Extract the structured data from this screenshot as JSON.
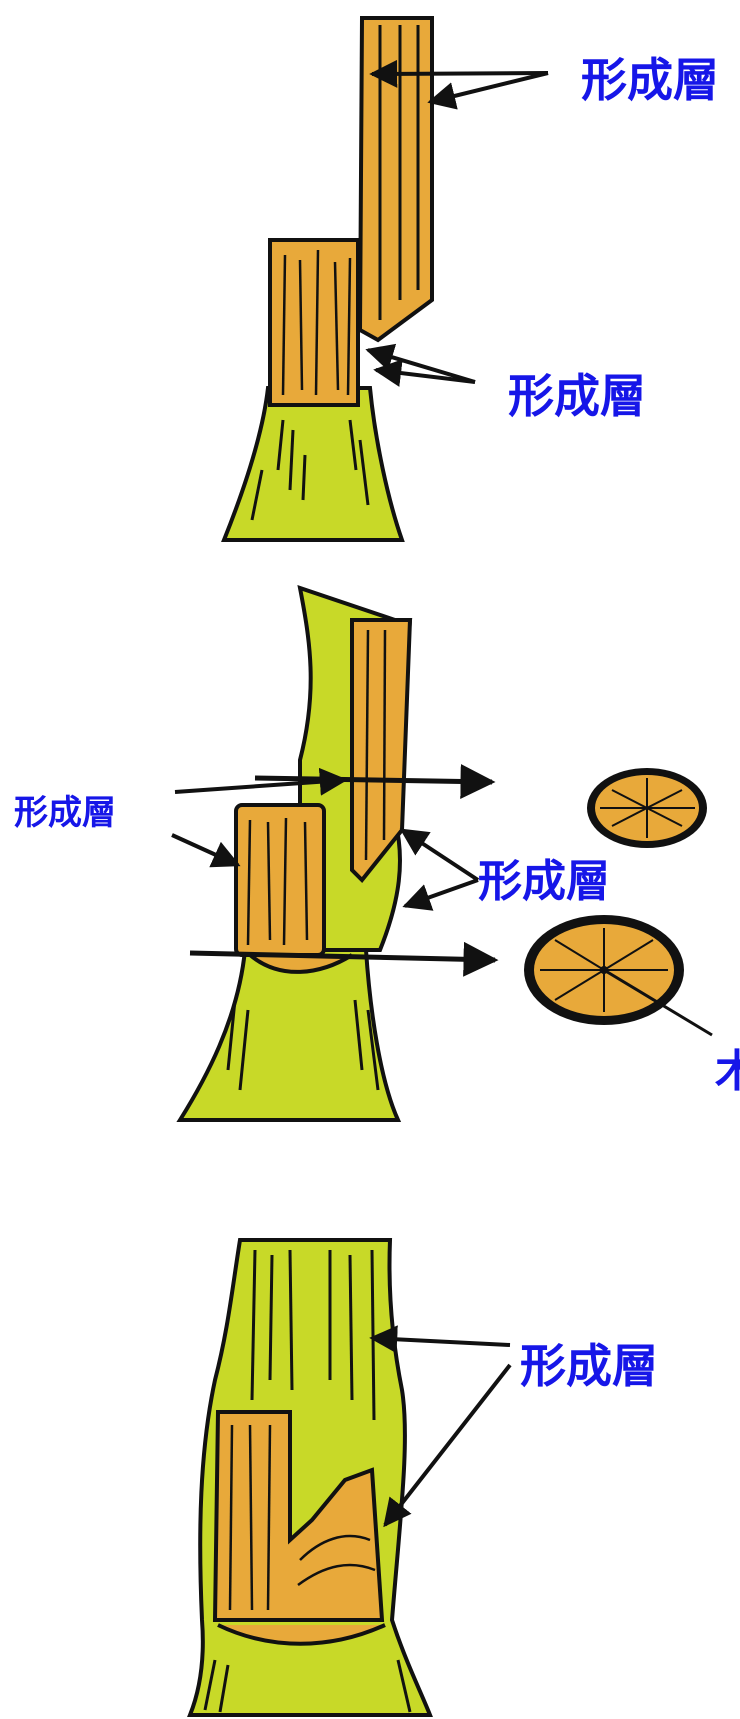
{
  "colors": {
    "wood": "#e8a93a",
    "cambium_green": "#c8d928",
    "outline": "#111111",
    "label_blue": "#1616e8",
    "background": "#ffffff"
  },
  "figure1": {
    "labels": [
      "形成層",
      "形成層"
    ]
  },
  "figure2": {
    "labels": [
      "形成層",
      "形成層",
      "木"
    ]
  },
  "figure3": {
    "labels": [
      "形成層"
    ]
  }
}
